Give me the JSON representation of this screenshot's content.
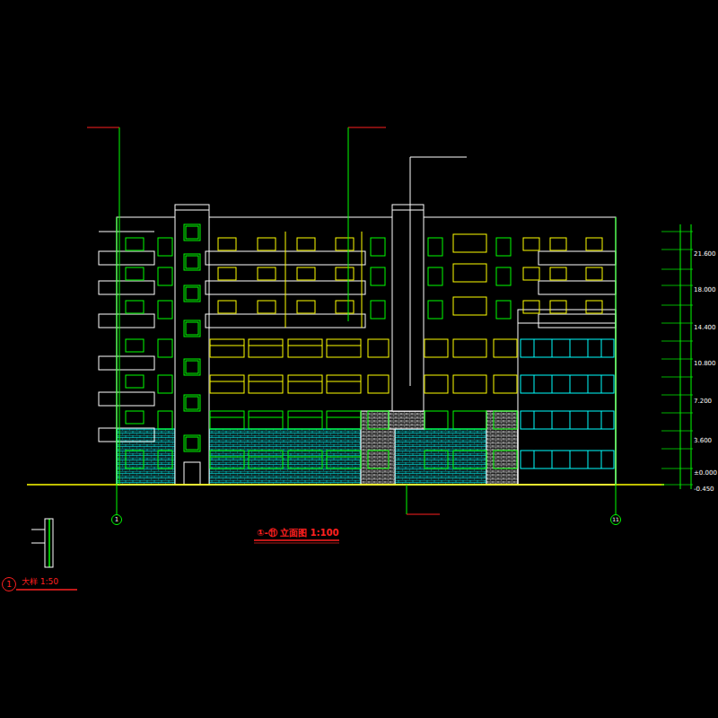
{
  "diagram": {
    "title": "①-⑪ 立面图 1:100",
    "nodes": [
      {
        "text": [
          "1"
        ]
      },
      {
        "text": [
          "11"
        ]
      },
      {
        "text": [
          "1"
        ]
      }
    ],
    "labels": [
      "大样 1:50",
      "±0.000",
      "-0.450",
      "3.600",
      "7.200",
      "10.800",
      "14.400",
      "18.000",
      "21.600"
    ]
  }
}
